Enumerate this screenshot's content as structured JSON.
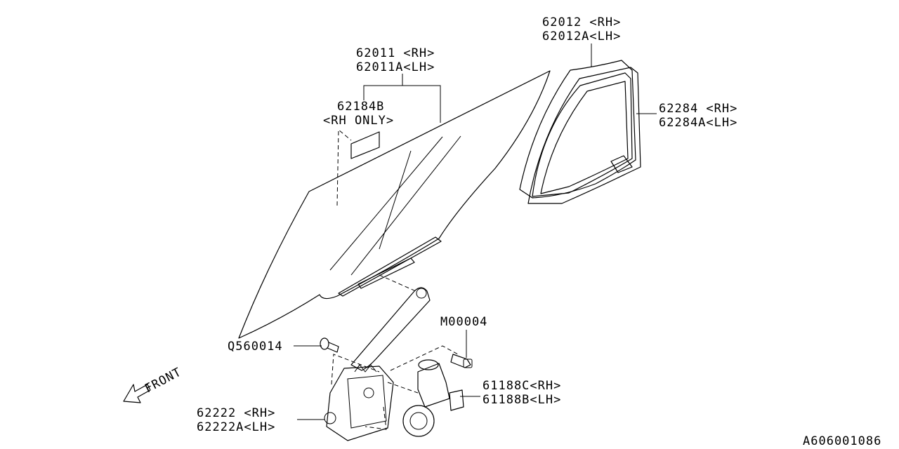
{
  "diagram_id": "A606001086",
  "front_label": "FRONT",
  "callouts": {
    "glass": [
      "62011 <RH>",
      "62011A<LH>"
    ],
    "sticker": [
      "62184B",
      "<RH ONLY>"
    ],
    "quarter_glass": [
      "62012 <RH>",
      "62012A<LH>"
    ],
    "weatherstrip": [
      "62284 <RH>",
      "62284A<LH>"
    ],
    "bolt": [
      "M00004"
    ],
    "screw": [
      "Q560014"
    ],
    "motor": [
      "61188C<RH>",
      "61188B<LH>"
    ],
    "regulator": [
      "62222 <RH>",
      "62222A<LH>"
    ]
  }
}
